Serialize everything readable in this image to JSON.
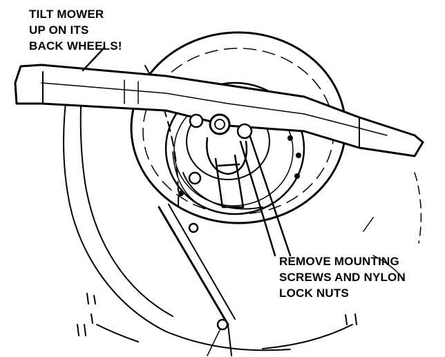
{
  "labels": {
    "tilt": [
      "TILT MOWER",
      "UP ON ITS",
      "BACK WHEELS!"
    ],
    "remove": [
      "REMOVE MOUNTING",
      "SCREWS AND NYLON",
      "LOCK NUTS"
    ]
  },
  "colors": {
    "ink": "#000000",
    "paper": "#ffffff"
  }
}
